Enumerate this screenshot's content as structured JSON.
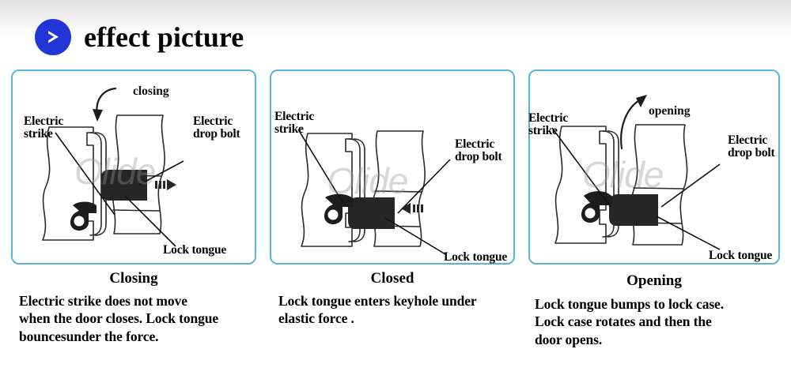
{
  "header": {
    "title": "effect picture",
    "logo_icon": "chevron-right-icon",
    "logo_color": "#2233d8"
  },
  "theme": {
    "panel_border_color": "#56b4dd",
    "background": "#ffffff",
    "watermark_text": "Olide"
  },
  "panels": [
    {
      "id": "closing",
      "motion_label": "closing",
      "motion_icon": "curved-arrow-down-icon",
      "direction_icon": "arrow-right-icon",
      "labels": {
        "electric_strike": "Electric\nstrike",
        "electric_drop_bolt": "Electric\ndrop bolt",
        "lock_tongue": "Lock tongue"
      },
      "caption_title": "Closing",
      "caption_body": "Electric strike does not move\nwhen the door closes. Lock tongue\nbouncesunder the force."
    },
    {
      "id": "closed",
      "motion_label": "",
      "motion_icon": "",
      "direction_icon": "arrow-left-icon",
      "labels": {
        "electric_strike": "Electric\nstrike",
        "electric_drop_bolt": "Electric\ndrop bolt",
        "lock_tongue": "Lock tongue"
      },
      "caption_title": "Closed",
      "caption_body": "Lock tongue enters keyhole under\nelastic force ."
    },
    {
      "id": "opening",
      "motion_label": "opening",
      "motion_icon": "curved-arrow-up-icon",
      "direction_icon": "",
      "labels": {
        "electric_strike": "Electric\nstrike",
        "electric_drop_bolt": "Electric\ndrop bolt",
        "lock_tongue": "Lock tongue"
      },
      "caption_title": "Opening",
      "caption_body": "Lock tongue bumps to lock case.\nLock case rotates and then the\ndoor opens."
    }
  ]
}
